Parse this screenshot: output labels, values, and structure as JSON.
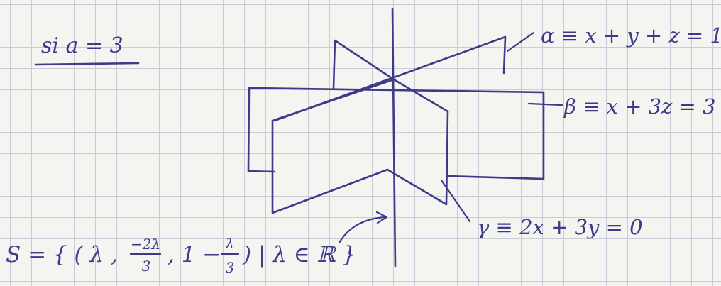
{
  "condition": "si a = 3",
  "planes": {
    "alpha": "α ≡ x + y + z = 1",
    "beta": "β ≡ x + 3z = 3",
    "gamma": "γ ≡ 2x + 3y = 0"
  },
  "solution": {
    "prefix": "S = { ( λ ,",
    "frac1_num": "−2λ",
    "frac1_den": "3",
    "middle": ", 1 −",
    "frac2_num": "λ",
    "frac2_den": "3",
    "suffix": ") | λ ∈ ℝ }"
  }
}
